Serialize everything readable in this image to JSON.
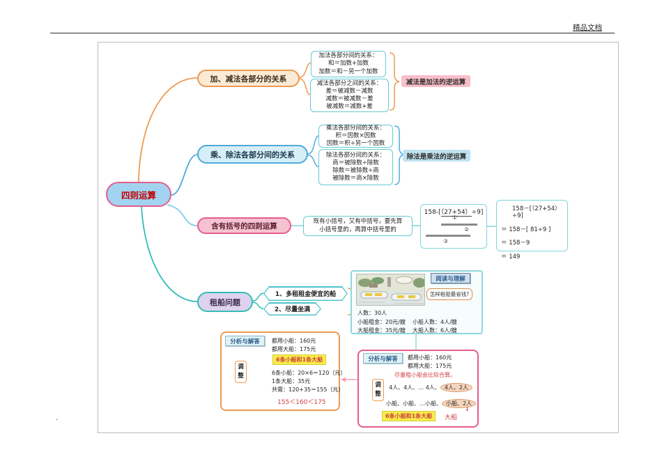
{
  "page": {
    "watermark": "精品文档",
    "corner_mark": "."
  },
  "root": {
    "label": "四则运算"
  },
  "branch_addsub": {
    "label": "加、减法各部分的关系",
    "box_add": {
      "lines": [
        "加法各部分间的关系：",
        "和＝加数+加数",
        "加数＝和－另一个加数"
      ]
    },
    "box_sub": {
      "lines": [
        "减法各部分之间的关系：",
        "差＝被减数－减数",
        "减数＝被减数－差",
        "被减数＝减数+差"
      ]
    },
    "note": "减法是加法的逆运算"
  },
  "branch_muldiv": {
    "label": "乘、除法各部分间的关系",
    "box_mul": {
      "lines": [
        "乘法各部分间的关系：",
        "积＝因数×因数",
        "因数＝积÷另一个因数"
      ]
    },
    "box_div": {
      "lines": [
        "除法各部分间的关系：",
        "商＝被除数÷除数",
        "除数＝被除数÷商",
        "被除数＝商×除数"
      ]
    },
    "note": "除法是乘法的逆运算"
  },
  "branch_brackets": {
    "label": "含有括号的四则运算",
    "rule": {
      "lines": [
        "既有小括号，又有中括号，要先算",
        "小括号里的，再算中括号里的"
      ]
    },
    "steps": {
      "expr_prefix": "158-[",
      "expr_mid": "（27+54）",
      "expr_suffix": "÷9]",
      "marker1": "①",
      "marker2": "②",
      "marker3": "③"
    },
    "solution": {
      "lines": [
        "158－[（27+54）÷9]",
        "＝ 158－[ 81÷9 ]",
        "＝ 158－9",
        "＝ 149"
      ]
    }
  },
  "branch_boat": {
    "label": "租船问题",
    "tips": [
      "1、多租租金便宜的船",
      "2、尽量坐满"
    ],
    "reading": {
      "tag": "阅读与理解",
      "question": "怎样租船最省钱?",
      "people": "人数：30人",
      "small_rent": "小船租金：20元/艘",
      "small_cap": "小船人数：4人/艘",
      "big_rent": "大船租金：35元/艘",
      "big_cap": "大船人数：6人/艘"
    },
    "analysis_left": {
      "tag": "分析与解答",
      "all_small": "都用小船：160元",
      "all_big": "都用大船：175元",
      "adjust": "调整",
      "highlight": "6条小船和1条大船",
      "calc1": "6条小船：20×6＝120（元）",
      "calc2": "1条大船：35元",
      "calc3": "共需：120+35＝155（元）",
      "compare": "155＜160＜175"
    },
    "analysis_right": {
      "tag": "分析与解答",
      "all_small": "都用小船：160元",
      "all_big": "都用大船：175元",
      "hint": "尽量租小船会比较合算。",
      "adjust": "调整",
      "people_row": "4人、4人、… 4人、",
      "people_circled": "4人、2人",
      "boat_row": "小船、小船、…小船、",
      "boat_circled": "小船、2人",
      "arrow": "↓",
      "arrow_label": "大船",
      "highlight": "6条小船和1条大船"
    }
  }
}
